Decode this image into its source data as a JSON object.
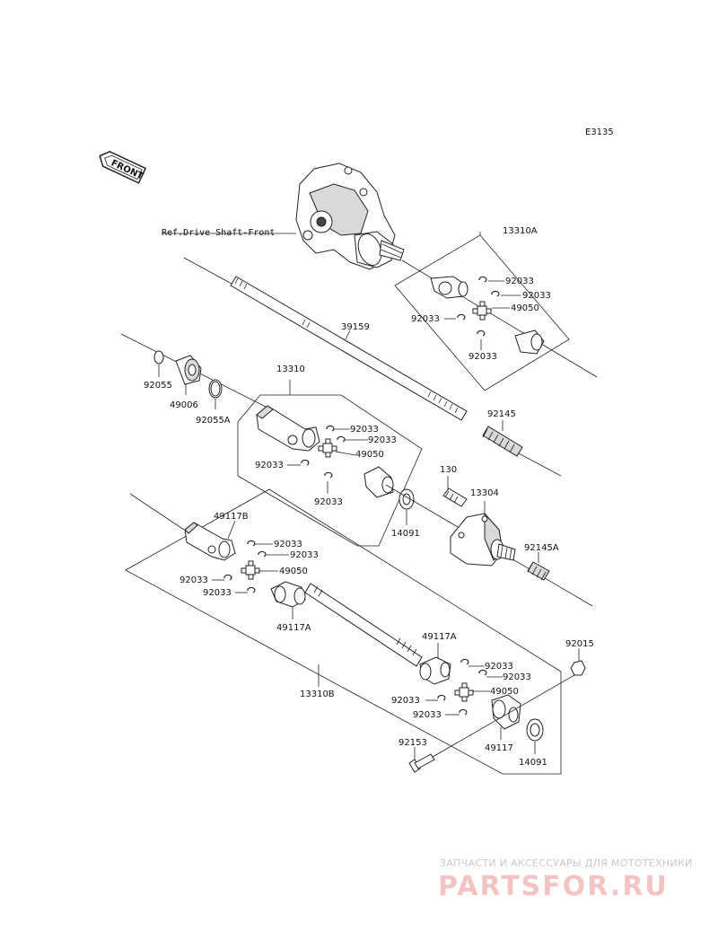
{
  "diagram_code": "E3135",
  "front_badge": "FRONT",
  "ref_text": "Ref.Drive Shaft-Front",
  "watermark": {
    "line1": "ЗАПЧАСТИ И АКСЕССУАРЫ ДЛЯ МОТОТЕХНИКИ",
    "line2": "PARTSFOR.RU"
  },
  "labels": {
    "l_13310A": "13310A",
    "l_92033_a1": "92033",
    "l_92033_a2": "92033",
    "l_49050_a": "49050",
    "l_92033_a3": "92033",
    "l_92033_a4": "92033",
    "l_39159": "39159",
    "l_92055": "92055",
    "l_49006": "49006",
    "l_92055A": "92055A",
    "l_13310": "13310",
    "l_92033_b1": "92033",
    "l_92033_b2": "92033",
    "l_49050_b": "49050",
    "l_92033_b3": "92033",
    "l_92033_b4": "92033",
    "l_92145": "92145",
    "l_130": "130",
    "l_13304": "13304",
    "l_14091_a": "14091",
    "l_92145A": "92145A",
    "l_49117B": "49117B",
    "l_92033_c1": "92033",
    "l_92033_c2": "92033",
    "l_49050_c": "49050",
    "l_92033_c3": "92033",
    "l_92033_c4": "92033",
    "l_49117A_a": "49117A",
    "l_49117A_b": "49117A",
    "l_92033_d1": "92033",
    "l_92033_d2": "92033",
    "l_49050_d": "49050",
    "l_92033_d3": "92033",
    "l_92033_d4": "92033",
    "l_13310B": "13310B",
    "l_92015": "92015",
    "l_92153": "92153",
    "l_49117": "49117",
    "l_14091_b": "14091"
  }
}
